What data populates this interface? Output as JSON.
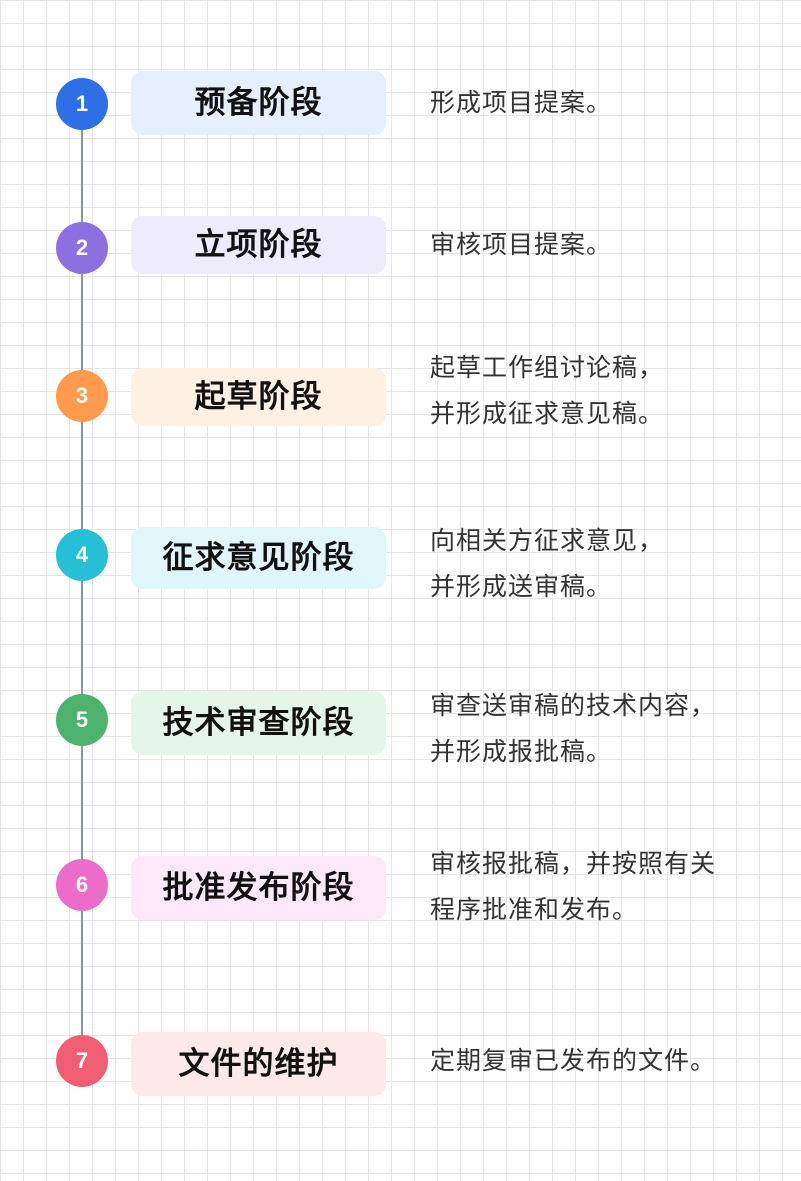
{
  "steps": [
    {
      "number": "1",
      "label": "预备阶段",
      "lines": [
        "形成项目提案。"
      ],
      "circle_color": "#2f6fe6",
      "label_bg": "#e6efff"
    },
    {
      "number": "2",
      "label": "立项阶段",
      "lines": [
        "审核项目提案。"
      ],
      "circle_color": "#8e6fe0",
      "label_bg": "#eeebfd"
    },
    {
      "number": "3",
      "label": "起草阶段",
      "lines": [
        "起草工作组讨论稿，",
        "并形成征求意见稿。"
      ],
      "circle_color": "#ff9a4f",
      "label_bg": "#fff0e4"
    },
    {
      "number": "4",
      "label": "征求意见阶段",
      "lines": [
        "向相关方征求意见，",
        "并形成送审稿。"
      ],
      "circle_color": "#27bfd6",
      "label_bg": "#e1f6fb"
    },
    {
      "number": "5",
      "label": "技术审查阶段",
      "lines": [
        "审查送审稿的技术内容，",
        "并形成报批稿。"
      ],
      "circle_color": "#4cb26c",
      "label_bg": "#e6f5ea"
    },
    {
      "number": "6",
      "label": "批准发布阶段",
      "lines": [
        "审核报批稿，并按照有关",
        "程序批准和发布。"
      ],
      "circle_color": "#ec6cc9",
      "label_bg": "#fde8f7"
    },
    {
      "number": "7",
      "label": "文件的维护",
      "lines": [
        "定期复审已发布的文件。"
      ],
      "circle_color": "#ef5e72",
      "label_bg": "#fde8ea"
    }
  ]
}
